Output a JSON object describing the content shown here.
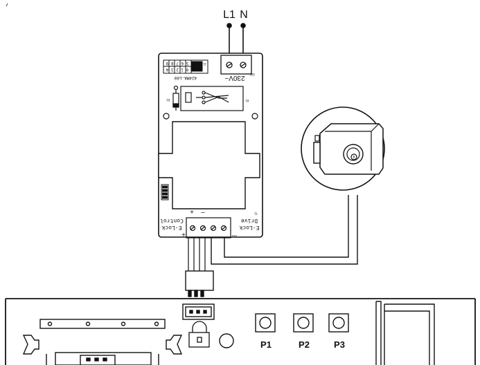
{
  "mains": {
    "l1": "L1",
    "n": "N",
    "voltage": "230V~",
    "connector": "CN2"
  },
  "pcb": {
    "model": "424MA-L00",
    "jumper_top": "5 6 7 8 9",
    "jumper_bottom": "0 1 2 3 4",
    "jumper_ref": "J1",
    "diode_ref": "D1",
    "relay_ref": "K1",
    "transformer_ref": "T1",
    "output_connector": "CN1",
    "plus": "+",
    "minus": "–",
    "control_label": [
      "E-Lock",
      "Control"
    ],
    "drive_label": [
      "E-Lock",
      "Drive"
    ]
  },
  "panel": {
    "buttons": [
      "P1",
      "P2",
      "P3"
    ]
  }
}
